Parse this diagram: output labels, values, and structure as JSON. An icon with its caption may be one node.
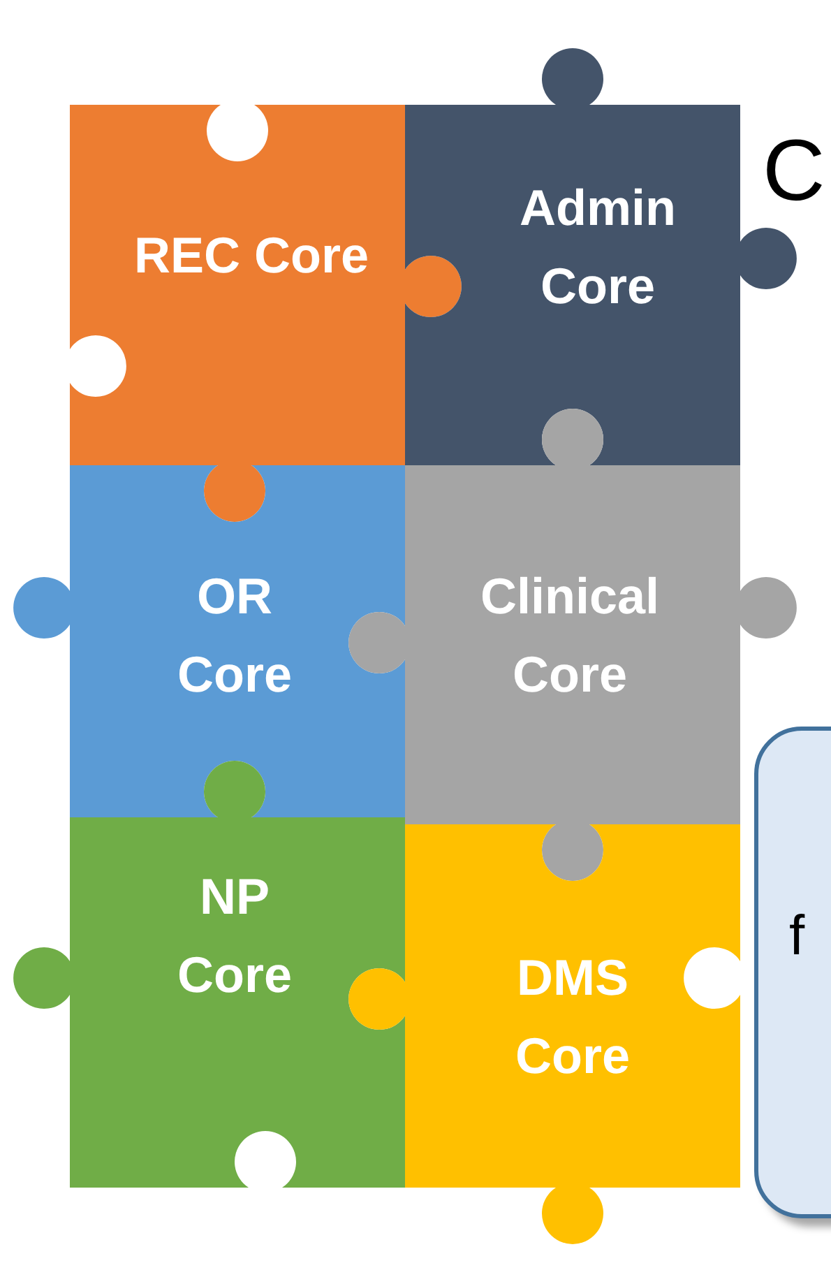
{
  "diagram": {
    "nodes": [
      {
        "text": [
          "REC Core"
        ]
      },
      {
        "text": [
          "Admin Core"
        ]
      },
      {
        "text": [
          "OR Core"
        ]
      },
      {
        "text": [
          "Clinical Core"
        ]
      },
      {
        "text": [
          "NP Core"
        ]
      },
      {
        "text": [
          "DMS Core"
        ]
      },
      {
        "text": [
          "f"
        ]
      }
    ],
    "labels": [
      "C"
    ]
  }
}
